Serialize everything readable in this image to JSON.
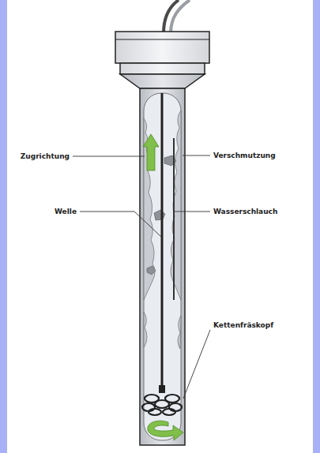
{
  "diagram": {
    "labels": [
      "Zugrichtung",
      "Welle",
      "Verschmutzung",
      "Wasserschlauch",
      "Kettenfräskopf"
    ]
  }
}
